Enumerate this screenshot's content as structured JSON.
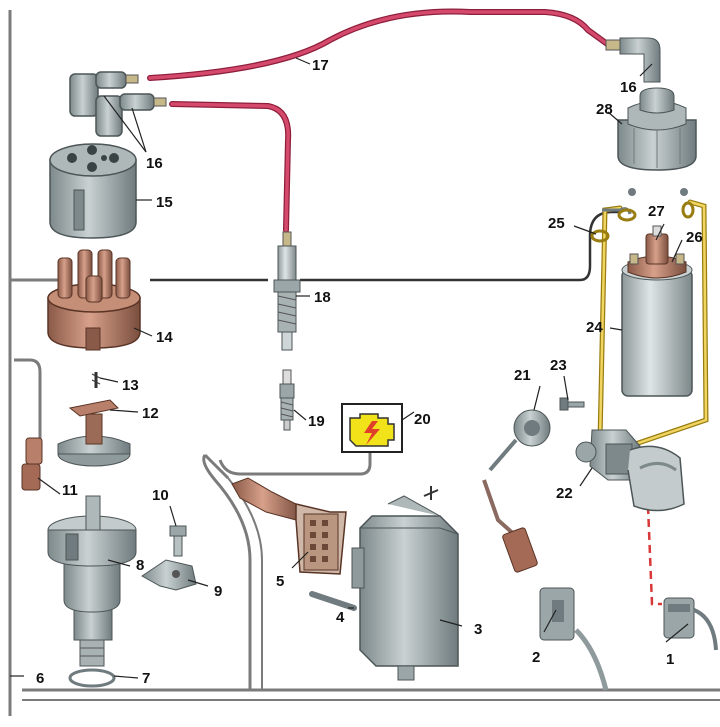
{
  "callouts": [
    "1",
    "2",
    "3",
    "4",
    "5",
    "6",
    "7",
    "8",
    "9",
    "10",
    "11",
    "12",
    "13",
    "14",
    "15",
    "16",
    "16",
    "17",
    "18",
    "19",
    "20",
    "21",
    "22",
    "23",
    "24",
    "25",
    "26",
    "27",
    "28"
  ],
  "colors": {
    "wire": "#c4375a",
    "wire_dark": "#8e1f3c",
    "yellow_wire": "#e8c94a",
    "yellow_wire_dark": "#9a7d12",
    "cap_gray": "#9aa6a8",
    "cap_shadow": "#6f7b7e",
    "distributor_brown": "#b8806a",
    "distributor_dark": "#7a4e3e",
    "coil_gray": "#b7c1c1",
    "warning_yellow": "#f2e21a",
    "frame": "#7b7b7b",
    "dash": "#d93838"
  },
  "icons": [
    "check-engine-icon"
  ]
}
